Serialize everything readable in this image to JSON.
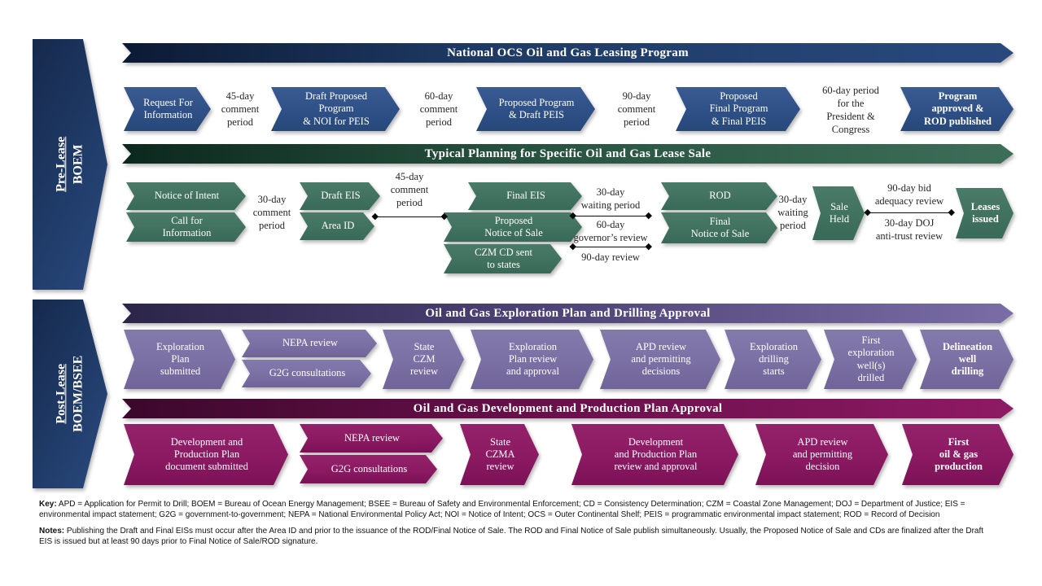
{
  "sidebar": {
    "pre": {
      "title": "Pre-Lease",
      "org": "BOEM"
    },
    "post": {
      "title": "Post-Lease",
      "org": "BOEM/BSEE"
    }
  },
  "program": {
    "banner": "National OCS Oil and Gas Leasing Program",
    "steps": [
      "Request For\nInformation",
      "Draft Proposed\nProgram\n& NOI for PEIS",
      "Proposed Program\n& Draft PEIS",
      "Proposed\nFinal Program\n& Final PEIS",
      "Program\napproved &\nROD published"
    ],
    "gaps": [
      "45-day\ncomment\nperiod",
      "60-day\ncomment\nperiod",
      "90-day\ncomment\nperiod",
      "60-day period\nfor the\nPresident &\nCongress"
    ]
  },
  "lease_sale": {
    "banner": "Typical Planning for Specific Oil and Gas Lease Sale",
    "steps": {
      "notice_of_intent": "Notice of Intent",
      "call_for_information": "Call for\nInformation",
      "draft_eis": "Draft EIS",
      "area_id": "Area ID",
      "final_eis": "Final EIS",
      "proposed_notice_of_sale": "Proposed\nNotice of Sale",
      "czm_cd": "CZM CD sent\nto states",
      "rod": "ROD",
      "final_notice_of_sale": "Final\nNotice of Sale",
      "sale_held": "Sale\nHeld",
      "leases_issued": "Leases\nissued"
    },
    "labels": {
      "comment_30": "30-day\ncomment\nperiod",
      "comment_45": "45-day\ncomment\nperiod",
      "waiting_30": "30-day\nwaiting period",
      "governor_60": "60-day\ngovernor’s review",
      "review_90": "90-day review",
      "waiting_30b": "30-day\nwaiting\nperiod",
      "bid_90": "90-day bid\nadequacy review",
      "doj_30": "30-day DOJ\nanti-trust review"
    }
  },
  "exploration": {
    "banner": "Oil and Gas Exploration Plan and Drilling Approval",
    "steps": [
      "Exploration\nPlan\nsubmitted",
      "NEPA  review",
      "G2G consultations",
      "State\nCZM\nreview",
      "Exploration\nPlan review\nand approval",
      "APD review\nand permitting\ndecisions",
      "Exploration\ndrilling\nstarts",
      "First\nexploration\nwell(s)\ndrilled",
      "Delineation\nwell\ndrilling"
    ]
  },
  "development": {
    "banner": "Oil and Gas Development and Production Plan Approval",
    "steps": [
      "Development and\nProduction Plan\ndocument submitted",
      "NEPA review",
      "G2G consultations",
      "State\nCZMA\nreview",
      "Development\nand Production Plan\nreview and approval",
      "APD review\nand permitting\ndecision",
      "First\noil & gas\nproduction"
    ]
  },
  "footer": {
    "key_label": "Key:",
    "key_text": " APD = Application for Permit to Drill; BOEM = Bureau of Ocean Energy Management; BSEE = Bureau of Safety and Environmental Enforcement; CD = Consistency Determination; CZM = Coastal Zone Management; DOJ = Department of Justice; EIS = environmental impact statement; G2G = government-to-government; NEPA = National Environmental Policy Act; NOI = Notice of Intent; OCS = Outer Continental Shelf; PEIS = programmatic environmental impact statement; ROD = Record of Decision",
    "notes_label": "Notes:",
    "notes_text": "  Publishing the Draft and Final EISs must occur after the Area ID and prior to the issuance of the ROD/Final Notice of Sale.  The ROD and Final Notice of Sale publish simultaneously.  Usually, the Proposed Notice of Sale and CDs are finalized after the Draft EIS is issued but at least 90 days prior to Final Notice of Sale/ROD signature."
  }
}
